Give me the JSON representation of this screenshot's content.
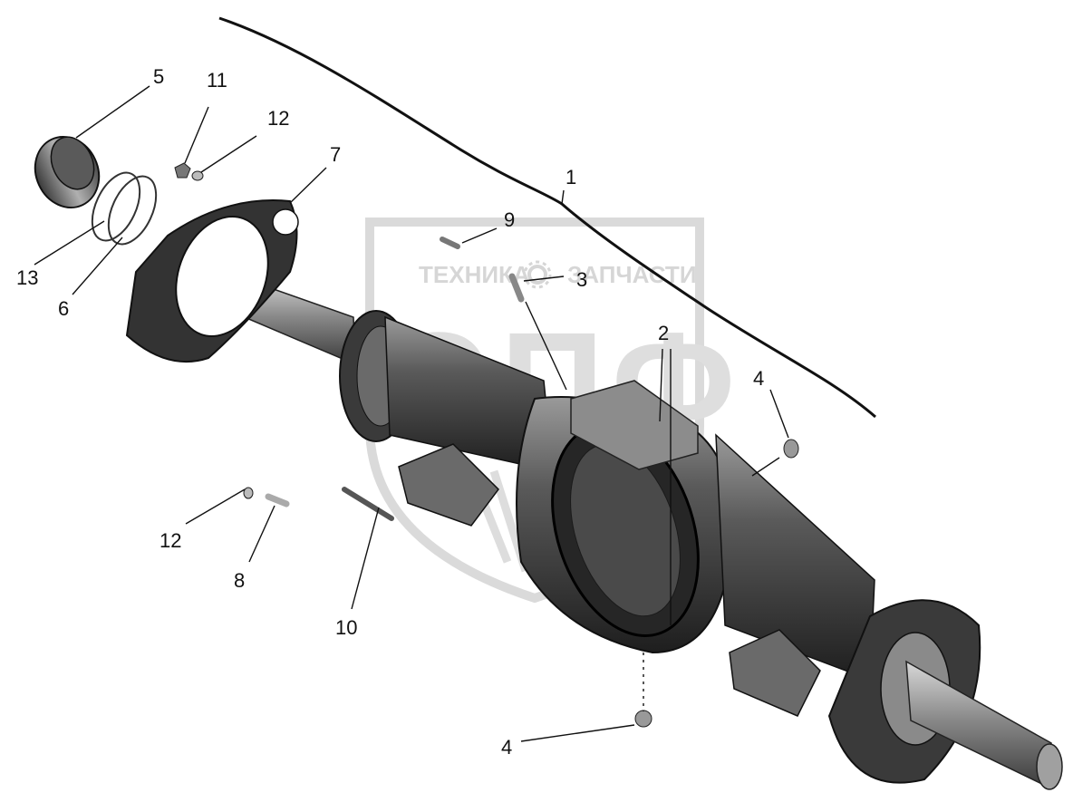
{
  "watermark": {
    "top_line_left": "ТЕХНИКА",
    "top_line_right": "ЗАПЧАСТИ",
    "big_letters": "ЭПФ",
    "gear_icon": "gear-icon"
  },
  "callouts": {
    "c1": "1",
    "c2": "2",
    "c3": "3",
    "c4a": "4",
    "c4b": "4",
    "c5": "5",
    "c6": "6",
    "c7": "7",
    "c8": "8",
    "c9": "9",
    "c10": "10",
    "c11": "11",
    "c12a": "12",
    "c12b": "12",
    "c13": "13"
  },
  "colors": {
    "part_dark": "#2a2a2a",
    "part_mid": "#6e6e6e",
    "part_light": "#a8a8a8",
    "watermark": "#d4d4d4"
  }
}
